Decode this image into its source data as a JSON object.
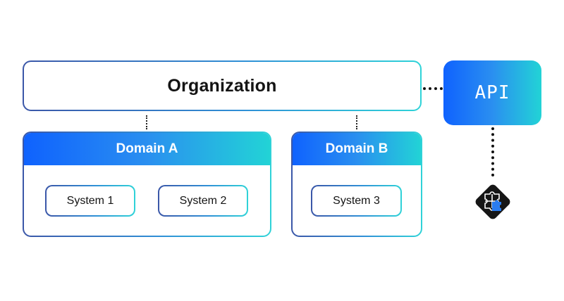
{
  "organization": {
    "label": "Organization"
  },
  "domains": [
    {
      "label": "Domain A",
      "systems": [
        "System 1",
        "System 2"
      ]
    },
    {
      "label": "Domain B",
      "systems": [
        "System 3"
      ]
    }
  ],
  "api": {
    "label": "API"
  },
  "integration": {
    "icon": "puzzle-icon"
  },
  "colors": {
    "gradient_start": "#0f62fe",
    "gradient_end": "#22d3d6",
    "connector": "#111111",
    "icon_bg": "#161616",
    "icon_accent": "#2a7cf0"
  }
}
